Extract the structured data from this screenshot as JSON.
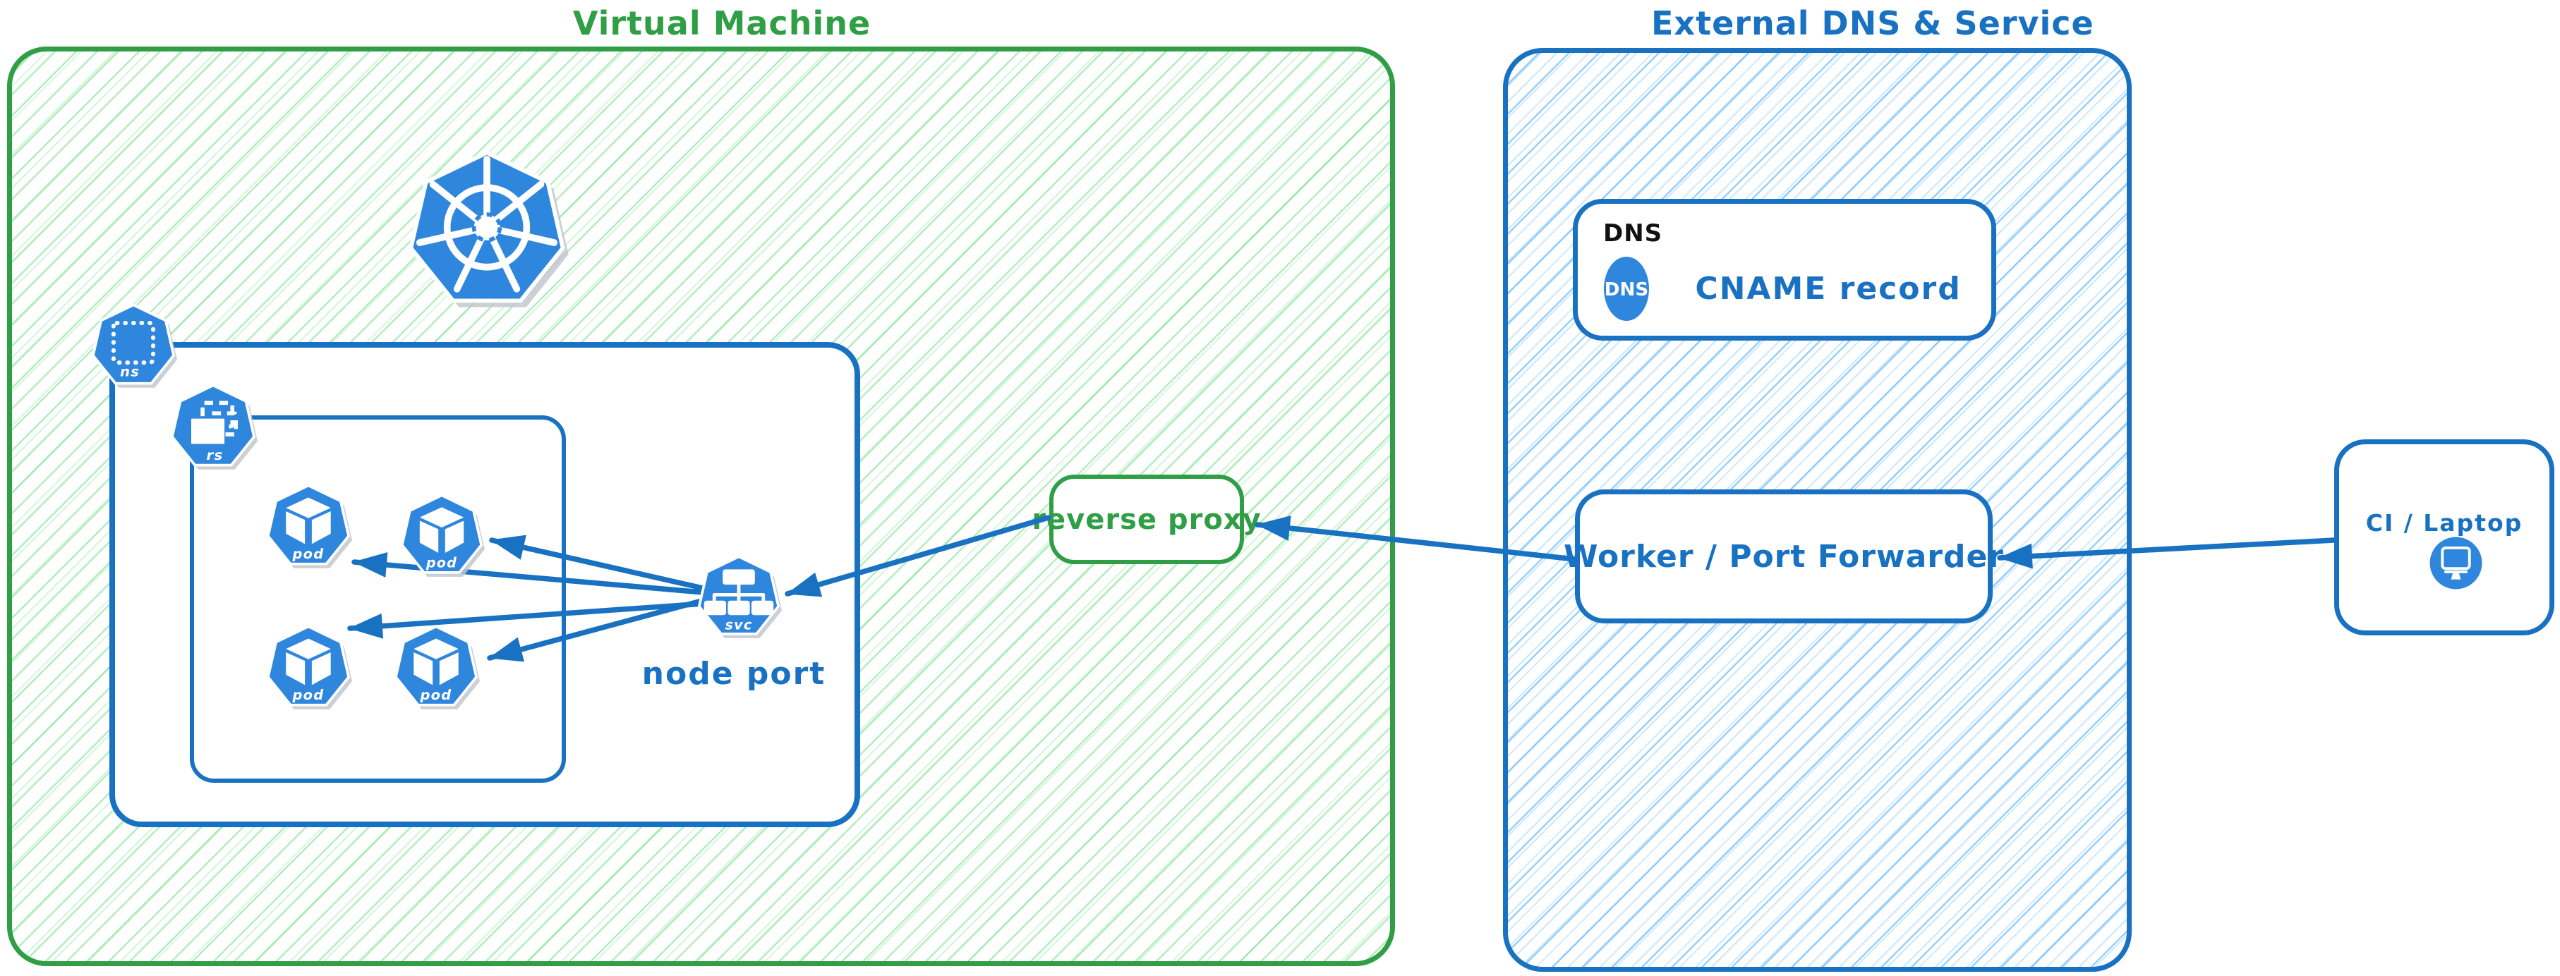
{
  "colors": {
    "green": "#2f9e44",
    "green-hatch": "#8ce99a",
    "blue": "#1971c2",
    "blue-hatch": "#74c0fc",
    "blue-hatch-pale": "#a5d8ff",
    "icon-blue": "#2f86dd",
    "shadow": "#c3c7cd",
    "ink": "#111111"
  },
  "vm": {
    "title": "Virtual Machine",
    "namespace_icon_label": "ns",
    "replicaset_icon_label": "rs",
    "pods": [
      {
        "label": "pod"
      },
      {
        "label": "pod"
      },
      {
        "label": "pod"
      },
      {
        "label": "pod"
      }
    ],
    "service_icon_label": "svc",
    "service_caption": "node port"
  },
  "reverse_proxy": {
    "label": "reverse proxy"
  },
  "external": {
    "title": "External DNS & Service",
    "dns_card": {
      "tag": "DNS",
      "badge": "DNS",
      "label": "CNAME record"
    },
    "worker_card": {
      "label": "Worker / Port Forwarder"
    }
  },
  "client": {
    "label": "CI / Laptop"
  }
}
